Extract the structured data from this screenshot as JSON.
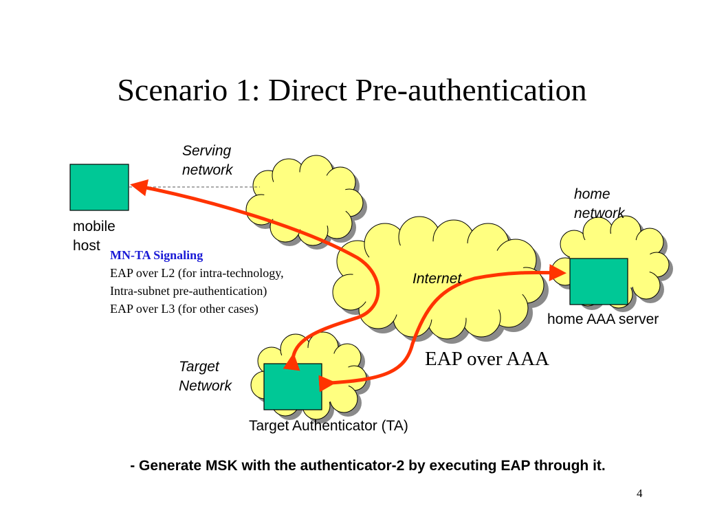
{
  "slide": {
    "title": "Scenario 1: Direct Pre-authentication",
    "page_number": "4"
  },
  "diagram": {
    "serving_network": [
      "Serving",
      "network"
    ],
    "home_network": [
      "home",
      "network"
    ],
    "internet": "Internet",
    "target_network": [
      "Target",
      "Network"
    ],
    "mobile_host": [
      "mobile",
      "host"
    ],
    "home_aaa_server": "home AAA server",
    "target_authenticator": "Target Authenticator (TA)",
    "eap_over_aaa": "EAP over AAA",
    "signaling": {
      "heading": "MN-TA Signaling",
      "lines": [
        "EAP over L2 (for intra-technology,",
        "Intra-subnet pre-authentication)",
        "EAP over L3 (for other cases)"
      ]
    },
    "colors": {
      "cloud_fill": "#ffff80",
      "cloud_shadow": "#8a8a8a",
      "node_fill": "#00c896",
      "arrow": "#ff3300",
      "heading_blue": "#1a1ad6"
    }
  },
  "footer": "- Generate MSK with the authenticator-2 by executing EAP through it."
}
